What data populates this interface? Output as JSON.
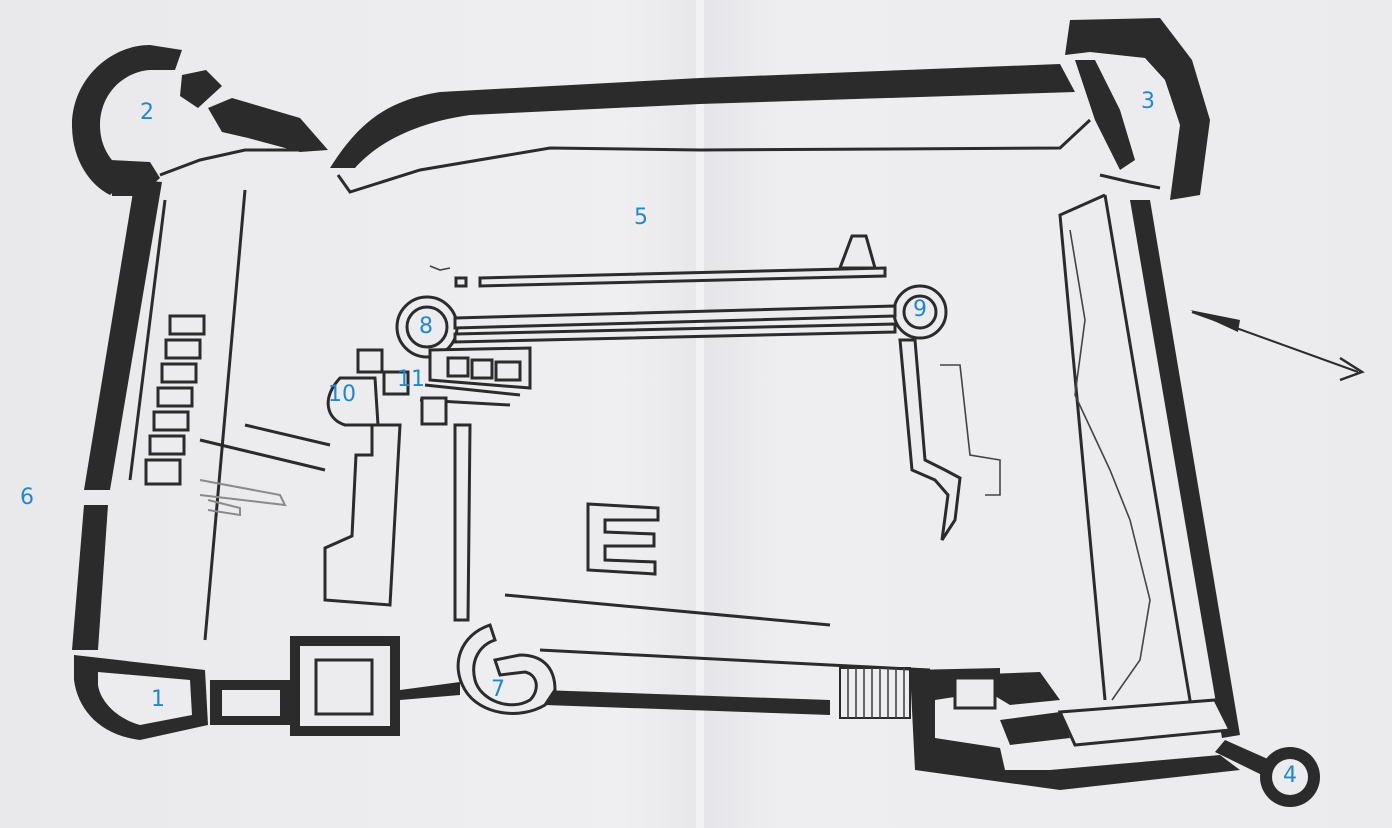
{
  "plan": {
    "labels": [
      {
        "id": "1",
        "text": "1"
      },
      {
        "id": "2",
        "text": "2"
      },
      {
        "id": "3",
        "text": "3"
      },
      {
        "id": "4",
        "text": "4"
      },
      {
        "id": "5",
        "text": "5"
      },
      {
        "id": "6",
        "text": "6"
      },
      {
        "id": "7",
        "text": "7"
      },
      {
        "id": "8",
        "text": "8"
      },
      {
        "id": "9",
        "text": "9"
      },
      {
        "id": "10",
        "text": "10"
      },
      {
        "id": "11",
        "text": "11"
      }
    ],
    "colors": {
      "walls": "#2b2b2b",
      "labels": "#1f88d6",
      "paper": "#ececee"
    },
    "north_arrow_icon": "north-arrow-icon"
  }
}
